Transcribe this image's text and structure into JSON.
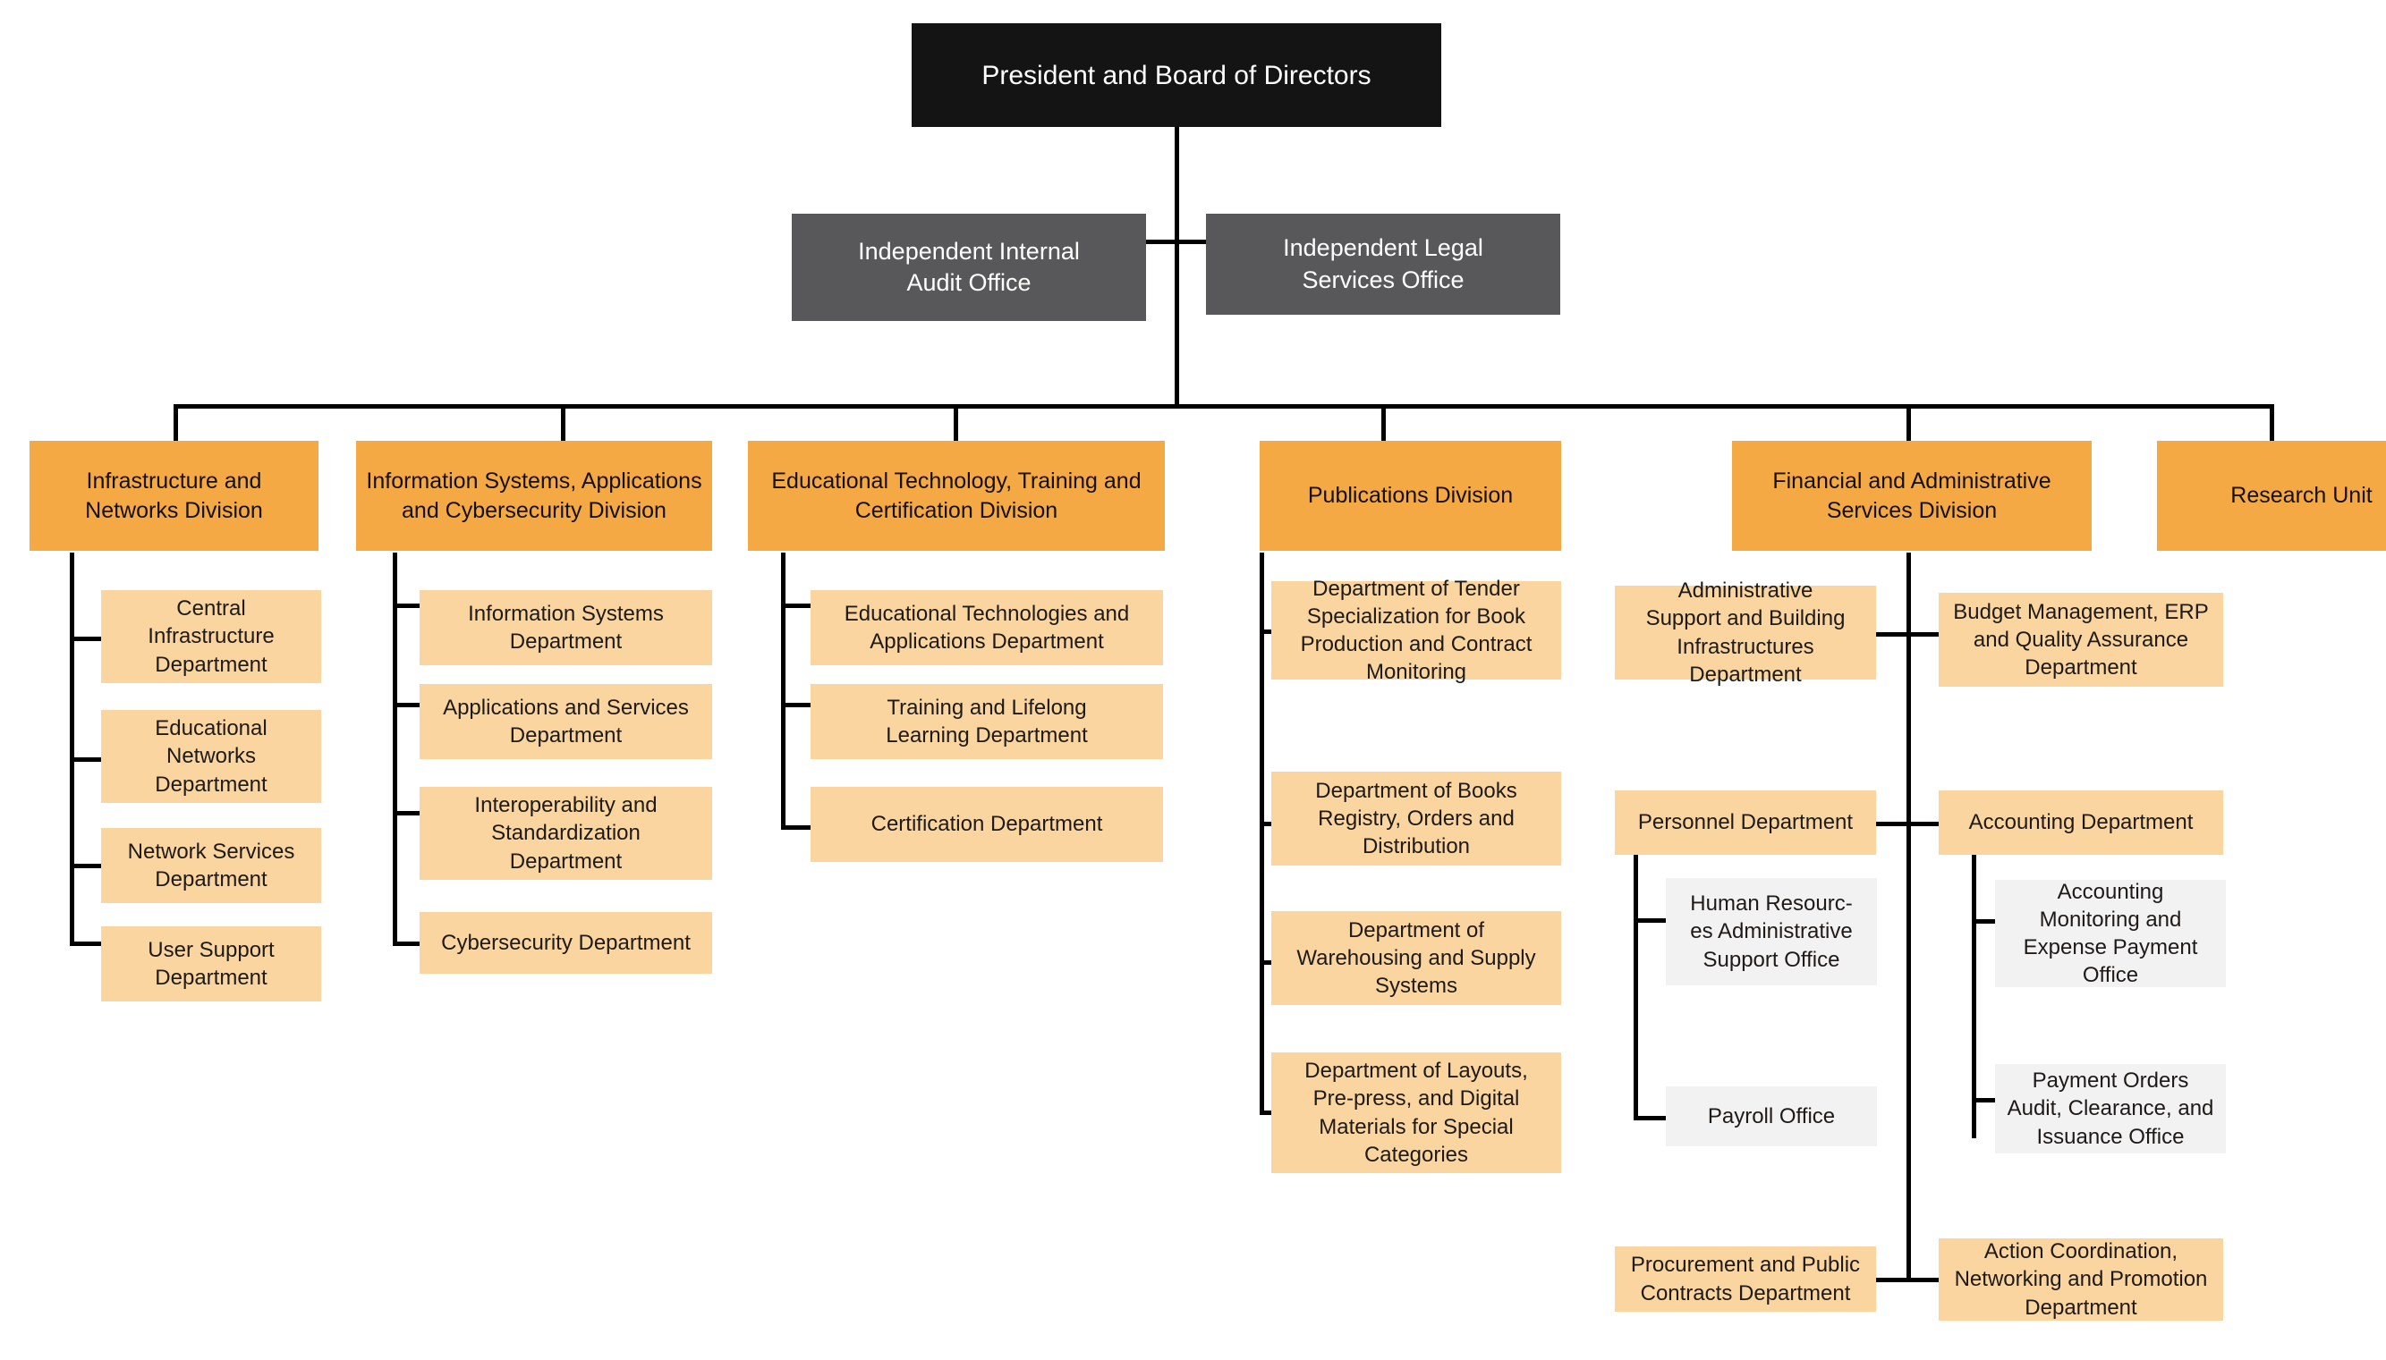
{
  "chart_title": "Organizational Chart",
  "palette": {
    "root_bg": "#141414",
    "root_text": "#FFFFFF",
    "staff_bg": "#58585A",
    "staff_text": "#FFFFFF",
    "division_bg": "#F5A944",
    "department_bg": "#FAD5A0",
    "office_bg": "#F2F2F2",
    "text": "#141414",
    "connector": "#000000",
    "background": "#FFFFFF"
  },
  "root": {
    "label": "President and Board of Directors"
  },
  "staff_offices": [
    {
      "label": "Independent Internal\nAudit Office"
    },
    {
      "label": "Independent Legal\nServices Office"
    }
  ],
  "divisions": [
    {
      "label": "Infrastructure and\nNetworks Division",
      "children": [
        {
          "label": "Central\nInfrastructure\nDepartment"
        },
        {
          "label": "Educational\nNetworks\nDepartment"
        },
        {
          "label": "Network Services\nDepartment"
        },
        {
          "label": "User Support\nDepartment"
        }
      ]
    },
    {
      "label": "Information Systems, Applications\nand Cybersecurity Division",
      "children": [
        {
          "label": "Information Systems\nDepartment"
        },
        {
          "label": "Applications and Services\nDepartment"
        },
        {
          "label": "Interoperability and\nStandardization\nDepartment"
        },
        {
          "label": "Cybersecurity Department"
        }
      ]
    },
    {
      "label": "Educational Technology, Training and\nCertification Division",
      "children": [
        {
          "label": "Educational Technologies and\nApplications Department"
        },
        {
          "label": "Training and Lifelong\nLearning Department"
        },
        {
          "label": "Certification Department"
        }
      ]
    },
    {
      "label": "Publications Division",
      "children": [
        {
          "label": "Department of Tender\nSpecialization for Book\nProduction and Contract\nMonitoring"
        },
        {
          "label": "Department of Books\nRegistry, Orders and\nDistribution"
        },
        {
          "label": "Department of\nWarehousing and Supply\nSystems"
        },
        {
          "label": "Department of Layouts,\nPre-press, and Digital\nMaterials for Special\nCategories"
        }
      ]
    },
    {
      "label": "Financial and Administrative\nServices Division",
      "children_left": [
        {
          "label": "Administrative\nSupport and Building\nInfrastructures\nDepartment"
        },
        {
          "label": "Personnel Department",
          "children": [
            {
              "label": "Human Resourc-\nes Administrative\nSupport Office"
            },
            {
              "label": "Payroll Office"
            }
          ]
        },
        {
          "label": "Procurement and Public\nContracts Department"
        }
      ],
      "children_right": [
        {
          "label": "Budget Management, ERP\nand Quality Assurance\nDepartment"
        },
        {
          "label": "Accounting Department",
          "children": [
            {
              "label": "Accounting\nMonitoring and\nExpense Payment\nOffice"
            },
            {
              "label": "Payment Orders\nAudit, Clearance, and\nIssuance Office"
            }
          ]
        },
        {
          "label": "Action Coordination,\nNetworking and Promotion\nDepartment"
        }
      ]
    },
    {
      "label": "Research Unit",
      "children": []
    }
  ]
}
